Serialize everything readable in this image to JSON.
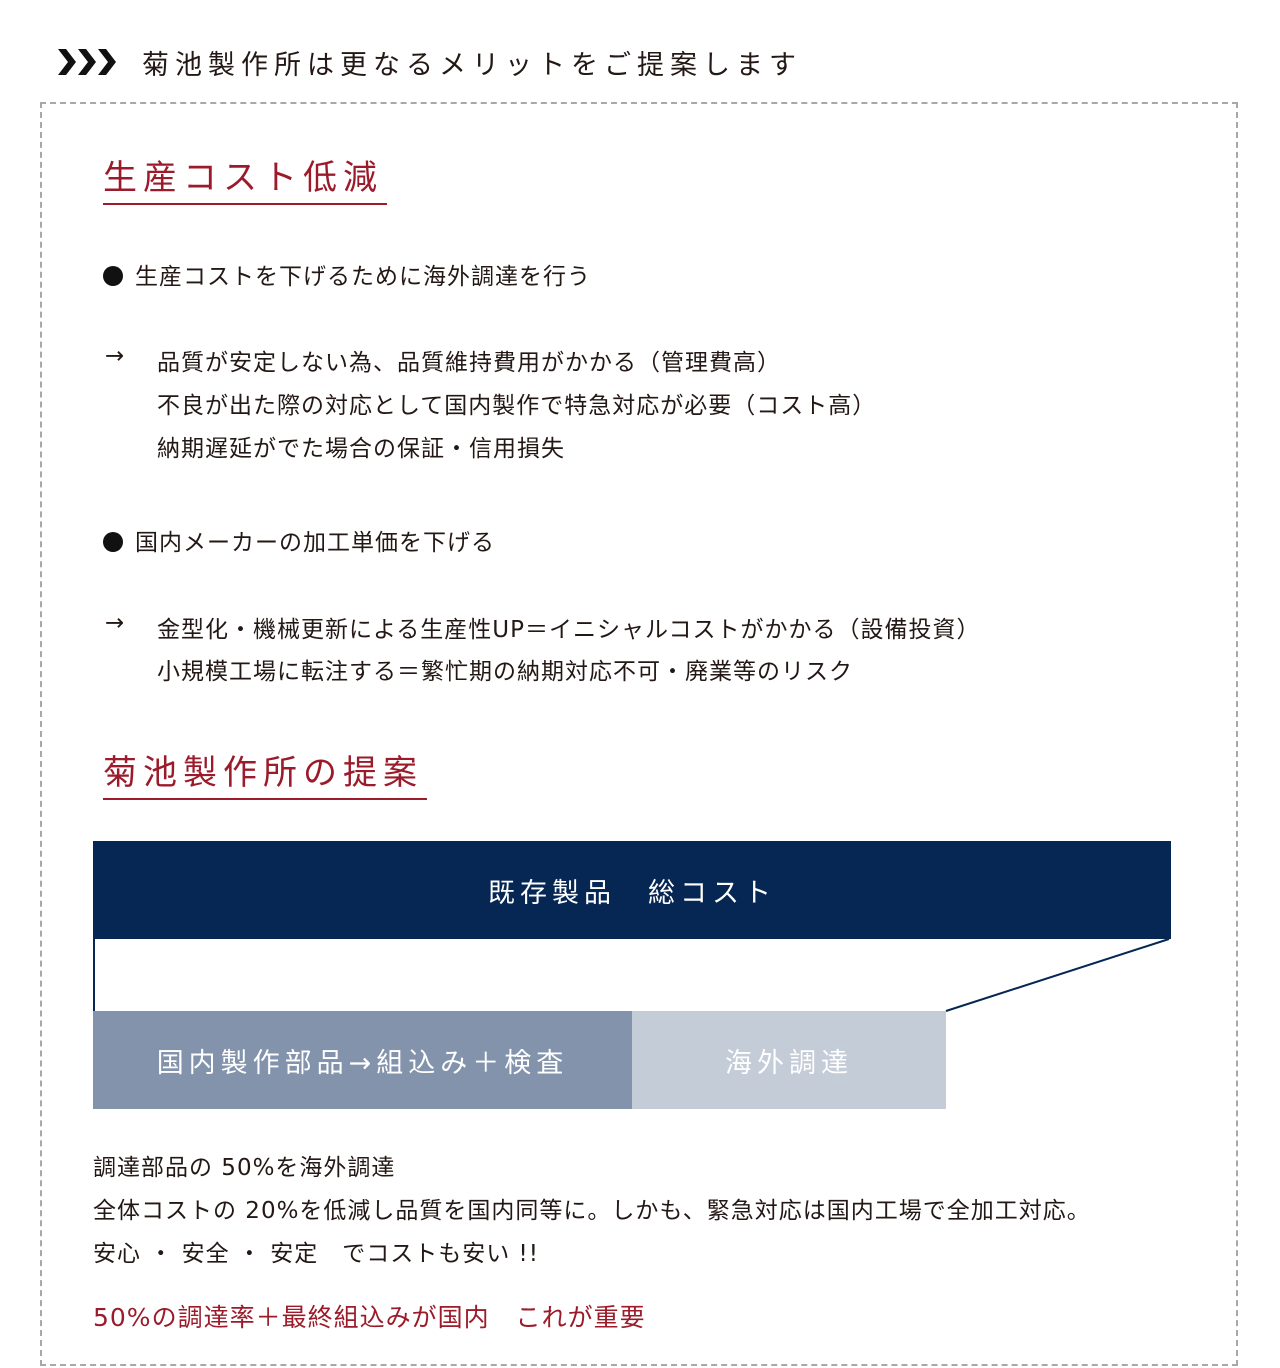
{
  "header": {
    "icon": "triple-chevron-right-icon",
    "title": "菊池製作所は更なるメリットをご提案します"
  },
  "colors": {
    "accent": "#9b1b2a",
    "navy": "#062654",
    "steel": "#8293ab",
    "light_steel": "#c4ccd8"
  },
  "section1": {
    "title": "生産コスト低減",
    "bullet1": "生産コストを下げるために海外調達を行う",
    "arrow": "→",
    "consequences1": [
      "品質が安定しない為、品質維持費用がかかる（管理費高）",
      "不良が出た際の対応として国内製作で特急対応が必要（コスト高）",
      "納期遅延がでた場合の保証・信用損失"
    ],
    "bullet2": "国内メーカーの加工単価を下げる",
    "consequences2": [
      "金型化・機械更新による生産性UP＝イニシャルコストがかかる（設備投資）",
      "小規模工場に転注する＝繁忙期の納期対応不可・廃業等のリスク"
    ]
  },
  "section2": {
    "title": "菊池製作所の提案",
    "bar_total": "既存製品　総コスト",
    "bar_domestic": "国内製作部品→組込み＋検査",
    "bar_overseas": "海外調達",
    "body": [
      "調達部品の 50%を海外調達",
      "全体コストの 20%を低減し品質を国内同等に。しかも、緊急対応は国内工場で全加工対応。",
      "安心 ・ 安全 ・ 安定　でコストも安い !!"
    ],
    "emphasis": "50%の調達率＋最終組込みが国内　これが重要"
  }
}
